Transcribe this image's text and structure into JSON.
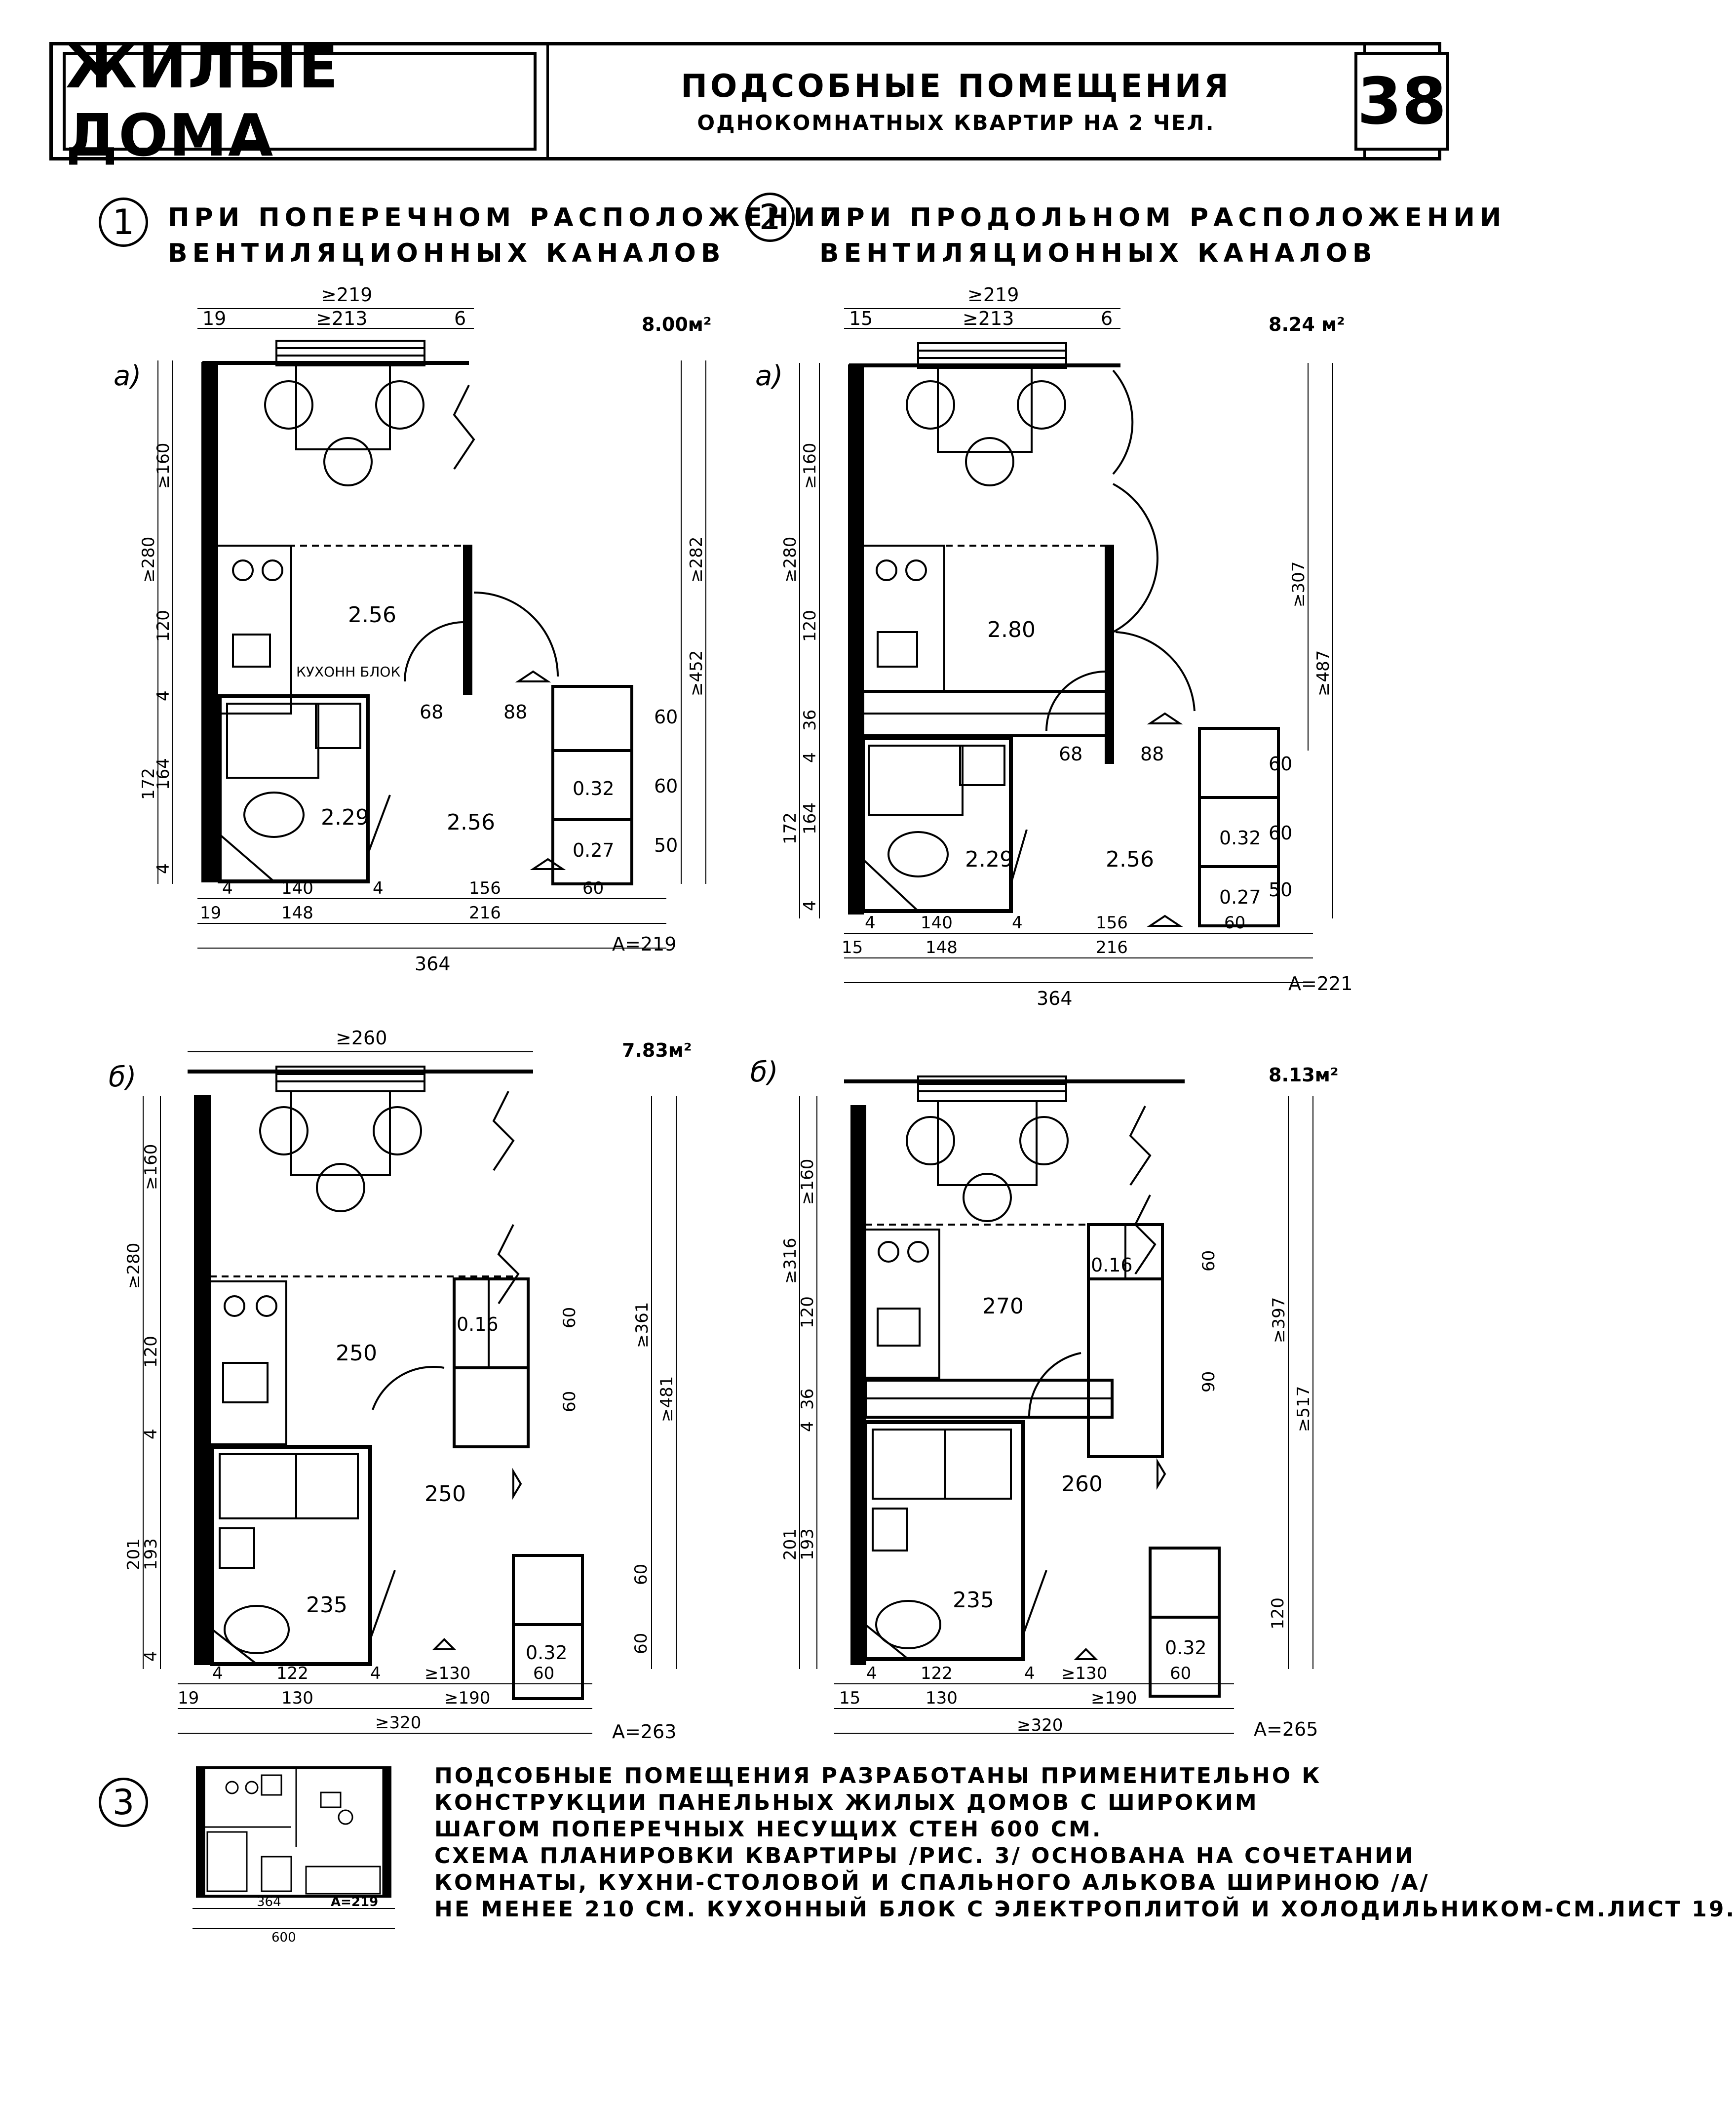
{
  "header": {
    "title": "ЖИЛЫЕ ДОМА",
    "subtitle_line1": "ПОДСОБНЫЕ ПОМЕЩЕНИЯ",
    "subtitle_line2": "ОДНОКОМНАТНЫХ КВАРТИР НА 2 ЧЕЛ.",
    "sheet_number": "38"
  },
  "section1": {
    "number": "1",
    "title_line1": "ПРИ ПОПЕРЕЧНОМ РАСПОЛОЖЕНИИ",
    "title_line2": "ВЕНТИЛЯЦИОННЫХ КАНАЛОВ"
  },
  "section2": {
    "number": "2",
    "title_line1": "ПРИ ПРОДОЛЬНОМ РАСПОЛОЖЕНИИ",
    "title_line2": "ВЕНТИЛЯЦИОННЫХ КАНАЛОВ"
  },
  "plans": {
    "p1a": {
      "variant": "а)",
      "area": "8.00м²",
      "top_dims": [
        "≥219",
        "≥213",
        "19",
        "6"
      ],
      "left_dims": [
        "≥160",
        "≥280",
        "120",
        "4",
        "164",
        "172",
        "4"
      ],
      "right_dims": [
        "≥282",
        "≥452"
      ],
      "rooms": [
        "2.56",
        "2.29",
        "2.56",
        "0.32",
        "0.27"
      ],
      "kitchen_label": "КУХОНН БЛОК",
      "inner_dims": [
        "68",
        "88",
        "60",
        "60",
        "50"
      ],
      "bottom_dims": [
        "4",
        "140",
        "4",
        "156",
        "60",
        "19",
        "148",
        "216",
        "364"
      ],
      "a_label": "А=219"
    },
    "p2a": {
      "variant": "а)",
      "area": "8.24 м²",
      "top_dims": [
        "≥219",
        "≥213",
        "15",
        "6"
      ],
      "left_dims": [
        "≥160",
        "≥280",
        "120",
        "36",
        "4",
        "164",
        "172",
        "4"
      ],
      "right_dims": [
        "≥307",
        "≥487"
      ],
      "rooms": [
        "2.80",
        "2.29",
        "2.56",
        "0.32",
        "0.27"
      ],
      "inner_dims": [
        "68",
        "88",
        "60",
        "60",
        "50"
      ],
      "bottom_dims": [
        "4",
        "140",
        "4",
        "156",
        "60",
        "15",
        "148",
        "216",
        "364"
      ],
      "a_label": "А=221"
    },
    "p1b": {
      "variant": "б)",
      "area": "7.83м²",
      "top_dims": [
        "≥260"
      ],
      "left_dims": [
        "≥160",
        "≥280",
        "120",
        "4",
        "193",
        "201",
        "4"
      ],
      "right_dims": [
        "≥361",
        "≥481"
      ],
      "rooms": [
        "250",
        "250",
        "235",
        "0.16",
        "0.32"
      ],
      "inner_dims": [
        "60",
        "60",
        "60",
        "60"
      ],
      "bottom_dims": [
        "4",
        "122",
        "4",
        "≥130",
        "60",
        "19",
        "130",
        "≥190",
        "≥320"
      ],
      "a_label": "А=263"
    },
    "p2b": {
      "variant": "б)",
      "area": "8.13м²",
      "left_dims": [
        "≥160",
        "≥316",
        "120",
        "36",
        "4",
        "193",
        "201"
      ],
      "right_dims": [
        "≥397",
        "≥517"
      ],
      "rooms": [
        "270",
        "260",
        "235",
        "0.16",
        "0.32"
      ],
      "inner_dims": [
        "60",
        "90",
        "120"
      ],
      "bottom_dims": [
        "4",
        "122",
        "4",
        "≥130",
        "60",
        "15",
        "130",
        "≥190",
        "≥320"
      ],
      "a_label": "А=265"
    }
  },
  "section3": {
    "number": "3",
    "dims": [
      "364",
      "600",
      "А=219"
    ],
    "note_lines": [
      "ПОДСОБНЫЕ ПОМЕЩЕНИЯ РАЗРАБОТАНЫ ПРИМЕНИТЕЛЬНО К",
      "КОНСТРУКЦИИ ПАНЕЛЬНЫХ ЖИЛЫХ ДОМОВ С ШИРОКИМ",
      "ШАГОМ ПОПЕРЕЧНЫХ НЕСУЩИХ СТЕН 600 СМ.",
      "СХЕМА ПЛАНИРОВКИ КВАРТИРЫ /РИС. 3/ ОСНОВАНА НА СОЧЕТАНИИ",
      "КОМНАТЫ, КУХНИ-СТОЛОВОЙ И СПАЛЬНОГО АЛЬКОВА ШИРИНОЮ /А/",
      "НЕ МЕНЕЕ 210 СМ. КУХОННЫЙ БЛОК С ЭЛЕКТРОПЛИТОЙ И ХОЛОДИЛЬНИКОМ-СМ.ЛИСТ 19."
    ]
  }
}
